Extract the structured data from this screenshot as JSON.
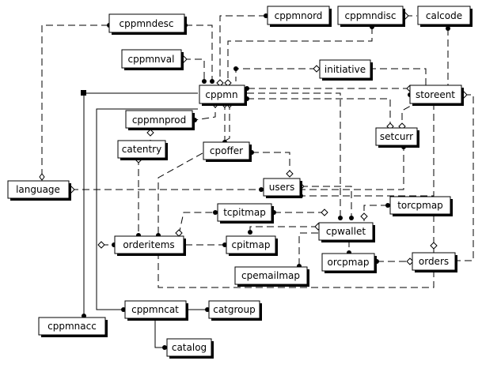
{
  "entities": {
    "cppmndesc": "cppmndesc",
    "cppmnord": "cppmnord",
    "cppmndisc": "cppmndisc",
    "calcode": "calcode",
    "cppmnval": "cppmnval",
    "initiative": "initiative",
    "cppmn": "cppmn",
    "storeent": "storeent",
    "cppmnprod": "cppmnprod",
    "catentry": "catentry",
    "cpoffer": "cpoffer",
    "setcurr": "setcurr",
    "language": "language",
    "users": "users",
    "tcpitmap": "tcpitmap",
    "torcpmap": "torcpmap",
    "orderitems": "orderitems",
    "cpitmap": "cpitmap",
    "cpwallet": "cpwallet",
    "cpemailmap": "cpemailmap",
    "orcpmap": "orcpmap",
    "orders": "orders",
    "cppmncat": "cppmncat",
    "catgroup": "catgroup",
    "cppmnacc": "cppmnacc",
    "catalog": "catalog"
  }
}
